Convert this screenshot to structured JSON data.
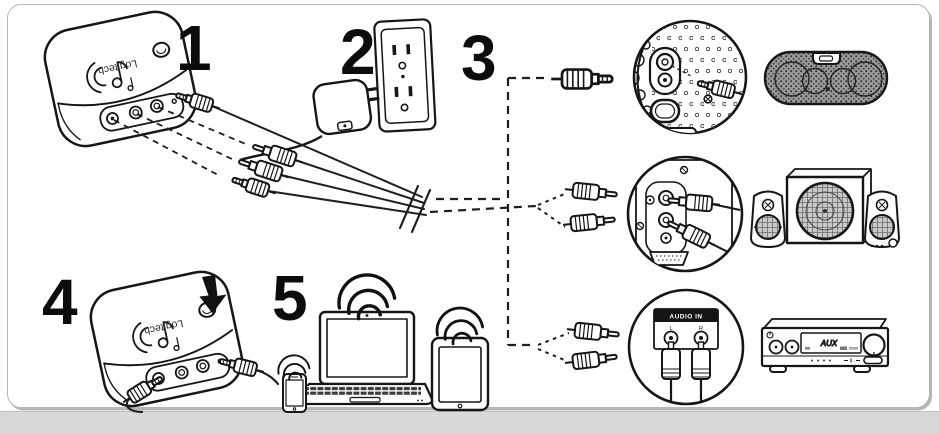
{
  "canvas": {
    "ink": "#161616",
    "card_border": "#b6b6b6",
    "footer_strip": "#d8d8d8",
    "background": "#ffffff",
    "mesh_gray": "#9b9b9b",
    "label_black": "#141414"
  },
  "steps": [
    {
      "number": "1"
    },
    {
      "number": "2"
    },
    {
      "number": "3"
    },
    {
      "number": "4"
    },
    {
      "number": "5"
    }
  ],
  "adapter": {
    "brand": "Logitech"
  },
  "audio_in_panel": {
    "title": "AUDIO IN",
    "left": "L",
    "right": "R"
  },
  "av_receiver": {
    "display": "AUX"
  },
  "icons": {
    "adapter_top": "music-note-wireless-icon",
    "adapter_button": "pairing-button",
    "step4_arrow": "down-arrow-icon",
    "devices": "wifi-signal-icon"
  }
}
